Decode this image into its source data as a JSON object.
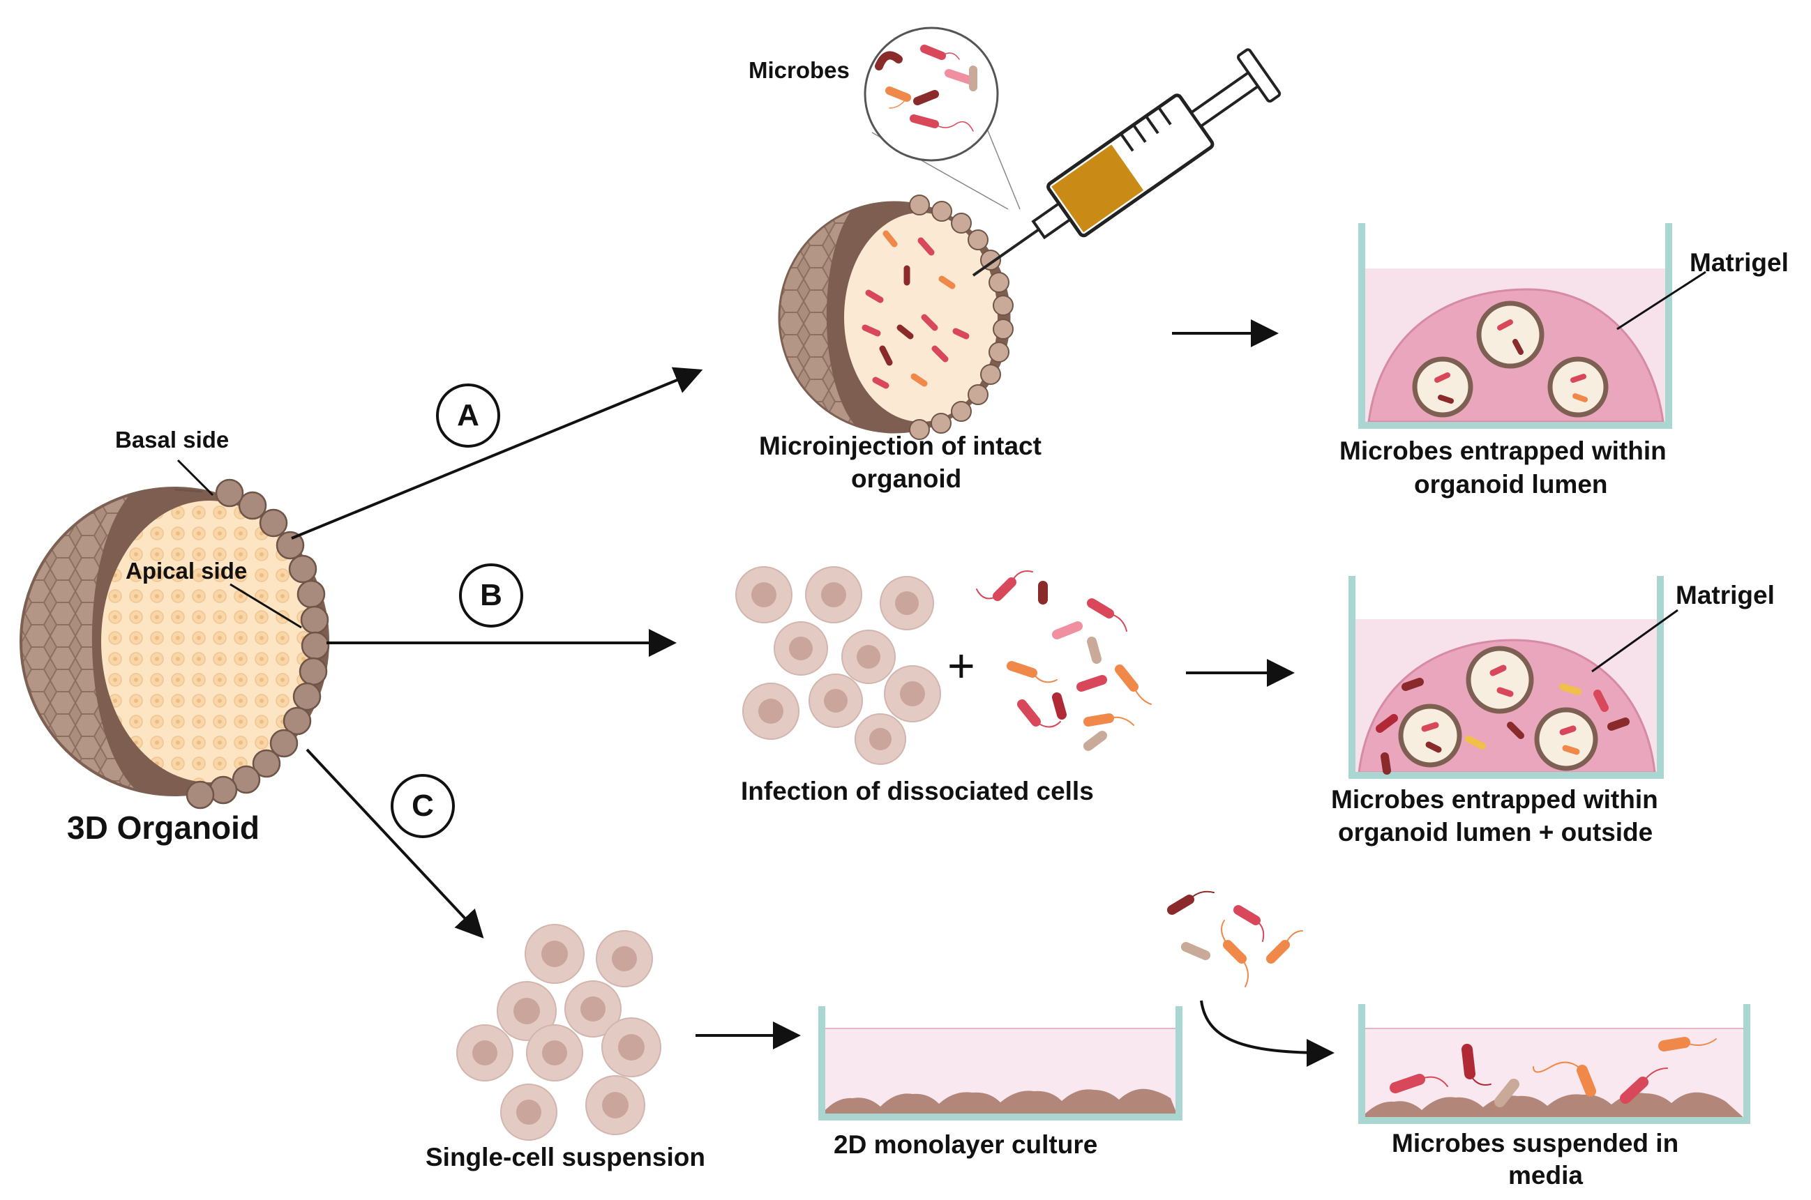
{
  "labels": {
    "organoid": "3D Organoid",
    "basal": "Basal side",
    "apical": "Apical side",
    "microbes": "Microbes",
    "microinjection_1": "Microinjection of intact",
    "microinjection_2": "organoid",
    "matrigel_a": "Matrigel",
    "matrigel_b": "Matrigel",
    "entrapped_a_1": "Microbes entrapped within",
    "entrapped_a_2": "organoid lumen",
    "infection": "Infection of dissociated cells",
    "entrapped_b_1": "Microbes entrapped within",
    "entrapped_b_2": "organoid lumen + outside",
    "single_cell": "Single-cell suspension",
    "monolayer": "2D monolayer culture",
    "suspended_1": "Microbes suspended in",
    "suspended_2": "media",
    "plus": "+"
  },
  "routes": {
    "a": "A",
    "b": "B",
    "c": "C"
  },
  "colors": {
    "organoid_outer": "#a98a7a",
    "organoid_rim": "#8a6a5a",
    "lumen": "#fbe2bd",
    "cell_light": "#d9bdb5",
    "cell_dark": "#b9958c",
    "media_pink": "#f5e1ea",
    "matrigel_pink": "#e8a2b8",
    "dish_wall": "#bfe0dc",
    "syringe_fill": "#c98a16",
    "microbe_red": "#d9485a",
    "microbe_dark": "#8a2a2a",
    "microbe_orange": "#f0884a"
  }
}
